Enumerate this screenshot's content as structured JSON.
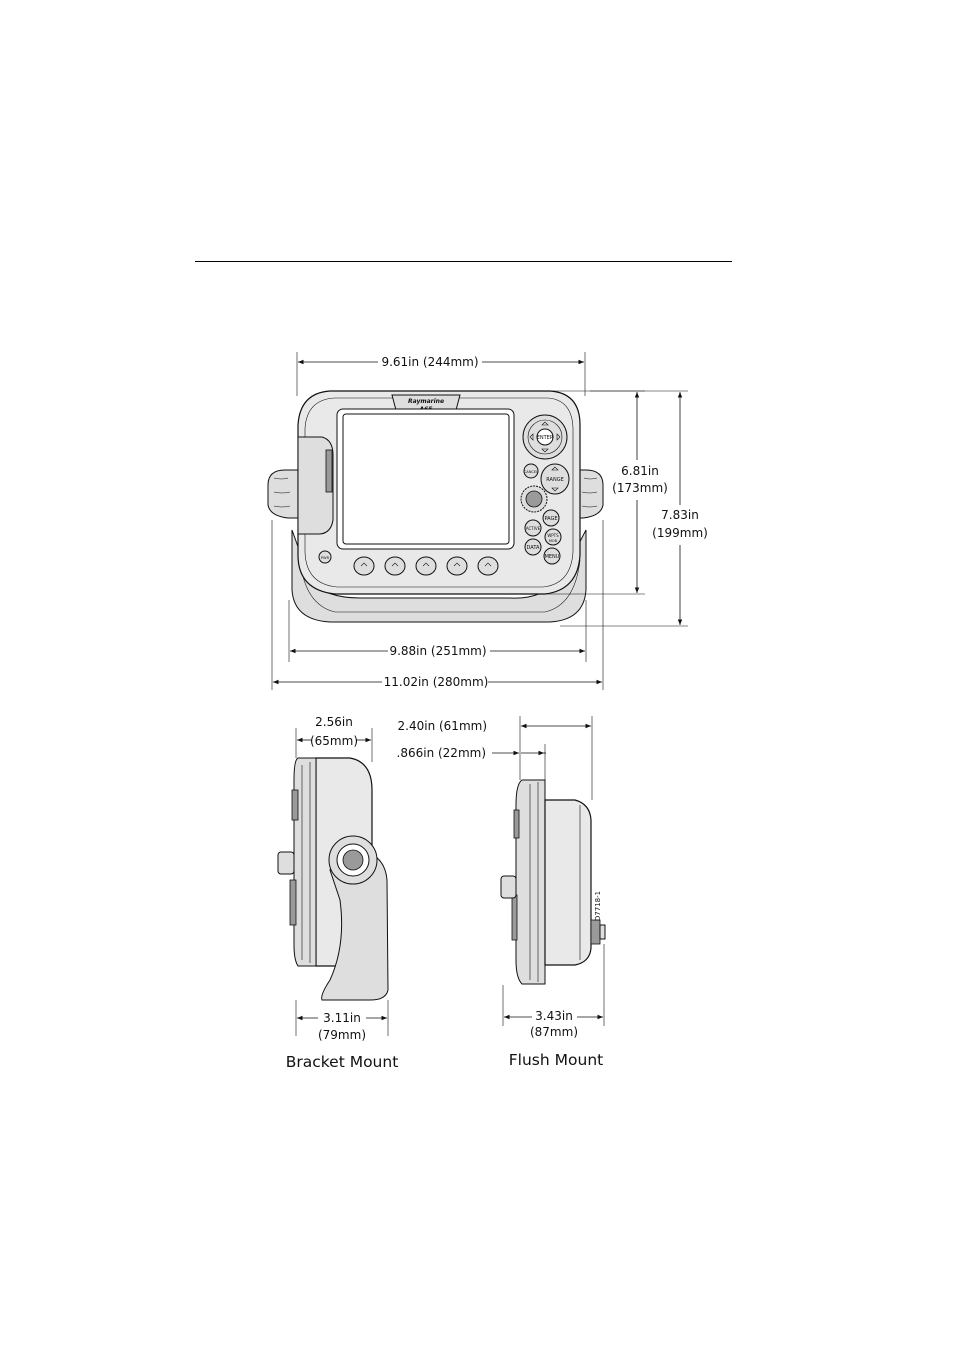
{
  "dimensions": {
    "front_width_top": "9.61in (244mm)",
    "front_width_bracket": "9.88in (251mm)",
    "front_width_overall": "11.02in (280mm)",
    "height_display_in": "6.81in",
    "height_display_mm": "(173mm)",
    "height_overall_in": "7.83in",
    "height_overall_mm": "(199mm)",
    "bracket_depth_in": "2.56in",
    "bracket_depth_mm": "(65mm)",
    "bracket_base_in": "3.11in",
    "bracket_base_mm": "(79mm)",
    "flush_depth_total": "2.40in (61mm)",
    "flush_depth_bezel": ".866in (22mm)",
    "flush_depth_rear_in": "3.43in",
    "flush_depth_rear_mm": "(87mm)"
  },
  "captions": {
    "bracket": "Bracket Mount",
    "flush": "Flush Mount"
  },
  "device": {
    "brand": "Raymarine",
    "model": "A65",
    "drawing_id": "D7718-1",
    "keys": {
      "enter": "ENTER",
      "range": "RANGE",
      "cancel": "CANCEL",
      "page": "PAGE",
      "active": "ACTIVE",
      "wpts": "WPTS",
      "mob": "MOB",
      "data": "DATA",
      "menu": "MENU",
      "power": "PWR"
    }
  }
}
